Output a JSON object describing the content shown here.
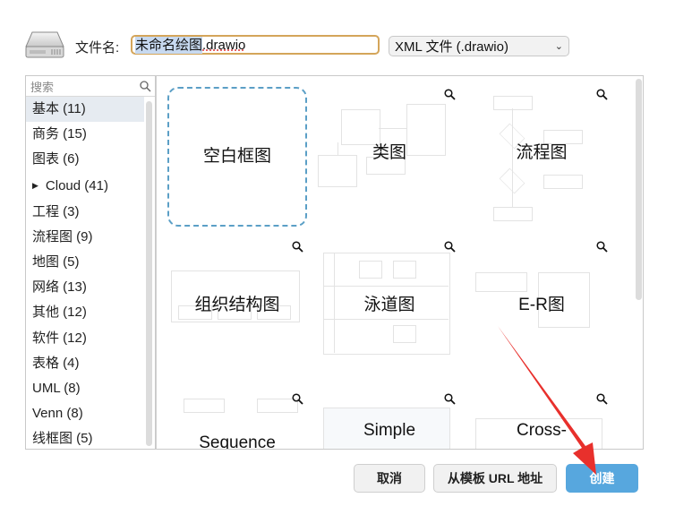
{
  "header": {
    "drive_icon": "hard-drive-icon",
    "filename_label": "文件名:",
    "filename_selected": "未命名绘图",
    "filename_ext": ".drawio",
    "format_selected": "XML 文件 (.drawio)",
    "format_chevron": "⌄"
  },
  "sidebar": {
    "search_placeholder": "搜索",
    "search_icon": "⚲",
    "categories": [
      {
        "label": "基本 (11)",
        "active": true
      },
      {
        "label": "商务 (15)"
      },
      {
        "label": "图表 (6)"
      },
      {
        "label": "Cloud (41)",
        "expander": "▶"
      },
      {
        "label": "工程 (3)"
      },
      {
        "label": "流程图 (9)"
      },
      {
        "label": "地图 (5)"
      },
      {
        "label": "网络 (13)"
      },
      {
        "label": "其他 (12)"
      },
      {
        "label": "软件 (12)"
      },
      {
        "label": "表格 (4)"
      },
      {
        "label": "UML (8)"
      },
      {
        "label": "Venn (8)"
      },
      {
        "label": "线框图 (5)"
      }
    ]
  },
  "templates": {
    "zoom_glyph": "🔍",
    "items": [
      {
        "title": "空白框图",
        "selected": true
      },
      {
        "title": "类图"
      },
      {
        "title": "流程图"
      },
      {
        "title": "组织结构图"
      },
      {
        "title": "泳道图"
      },
      {
        "title": "E-R图"
      },
      {
        "title": "Sequence"
      },
      {
        "title": "Simple"
      },
      {
        "title": "Cross-"
      }
    ]
  },
  "buttons": {
    "cancel": "取消",
    "from_url": "从模板 URL 地址",
    "create": "创建"
  },
  "colors": {
    "primary_button": "#57a7de",
    "selected_dash": "#5b9fc6",
    "filename_focus": "#d4a55a",
    "annotation_arrow": "#e8302c"
  }
}
